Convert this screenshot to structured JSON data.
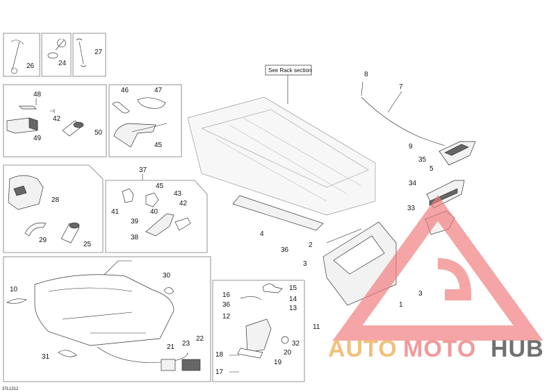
{
  "reference_note": "See Rack section",
  "drawing_code": "37L1312",
  "callouts": {
    "c1": "1",
    "c2": "2",
    "c3a": "3",
    "c3b": "3",
    "c4": "4",
    "c5": "5",
    "c7": "7",
    "c8": "8",
    "c9": "9",
    "c10": "10",
    "c11": "11",
    "c12": "12",
    "c13": "13",
    "c14": "14",
    "c15": "15",
    "c16": "16",
    "c17": "17",
    "c18": "18",
    "c19": "19",
    "c20": "20",
    "c21": "21",
    "c22": "22",
    "c23": "23",
    "c24": "24",
    "c25": "25",
    "c26": "26",
    "c27": "27",
    "c28": "28",
    "c29": "29",
    "c30": "30",
    "c31": "31",
    "c32": "32",
    "c33": "33",
    "c34": "34",
    "c35": "35",
    "c36a": "36",
    "c36b": "36",
    "c37": "37",
    "c38": "38",
    "c39": "39",
    "c40": "40",
    "c41": "41",
    "c42a": "42",
    "c42b": "42",
    "c43": "43",
    "c45a": "45",
    "c45b": "45",
    "c46": "46",
    "c47": "47",
    "c48": "48",
    "c49": "49",
    "c50": "50"
  },
  "watermark": {
    "brand_part1": "AUTO",
    "brand_part2": "MOTO",
    "brand_part3": "HUB",
    "color_auto": "#f2c07a",
    "color_moto": "#f29a9a",
    "color_hub": "#707070",
    "logo_color": "#f07c7c"
  }
}
